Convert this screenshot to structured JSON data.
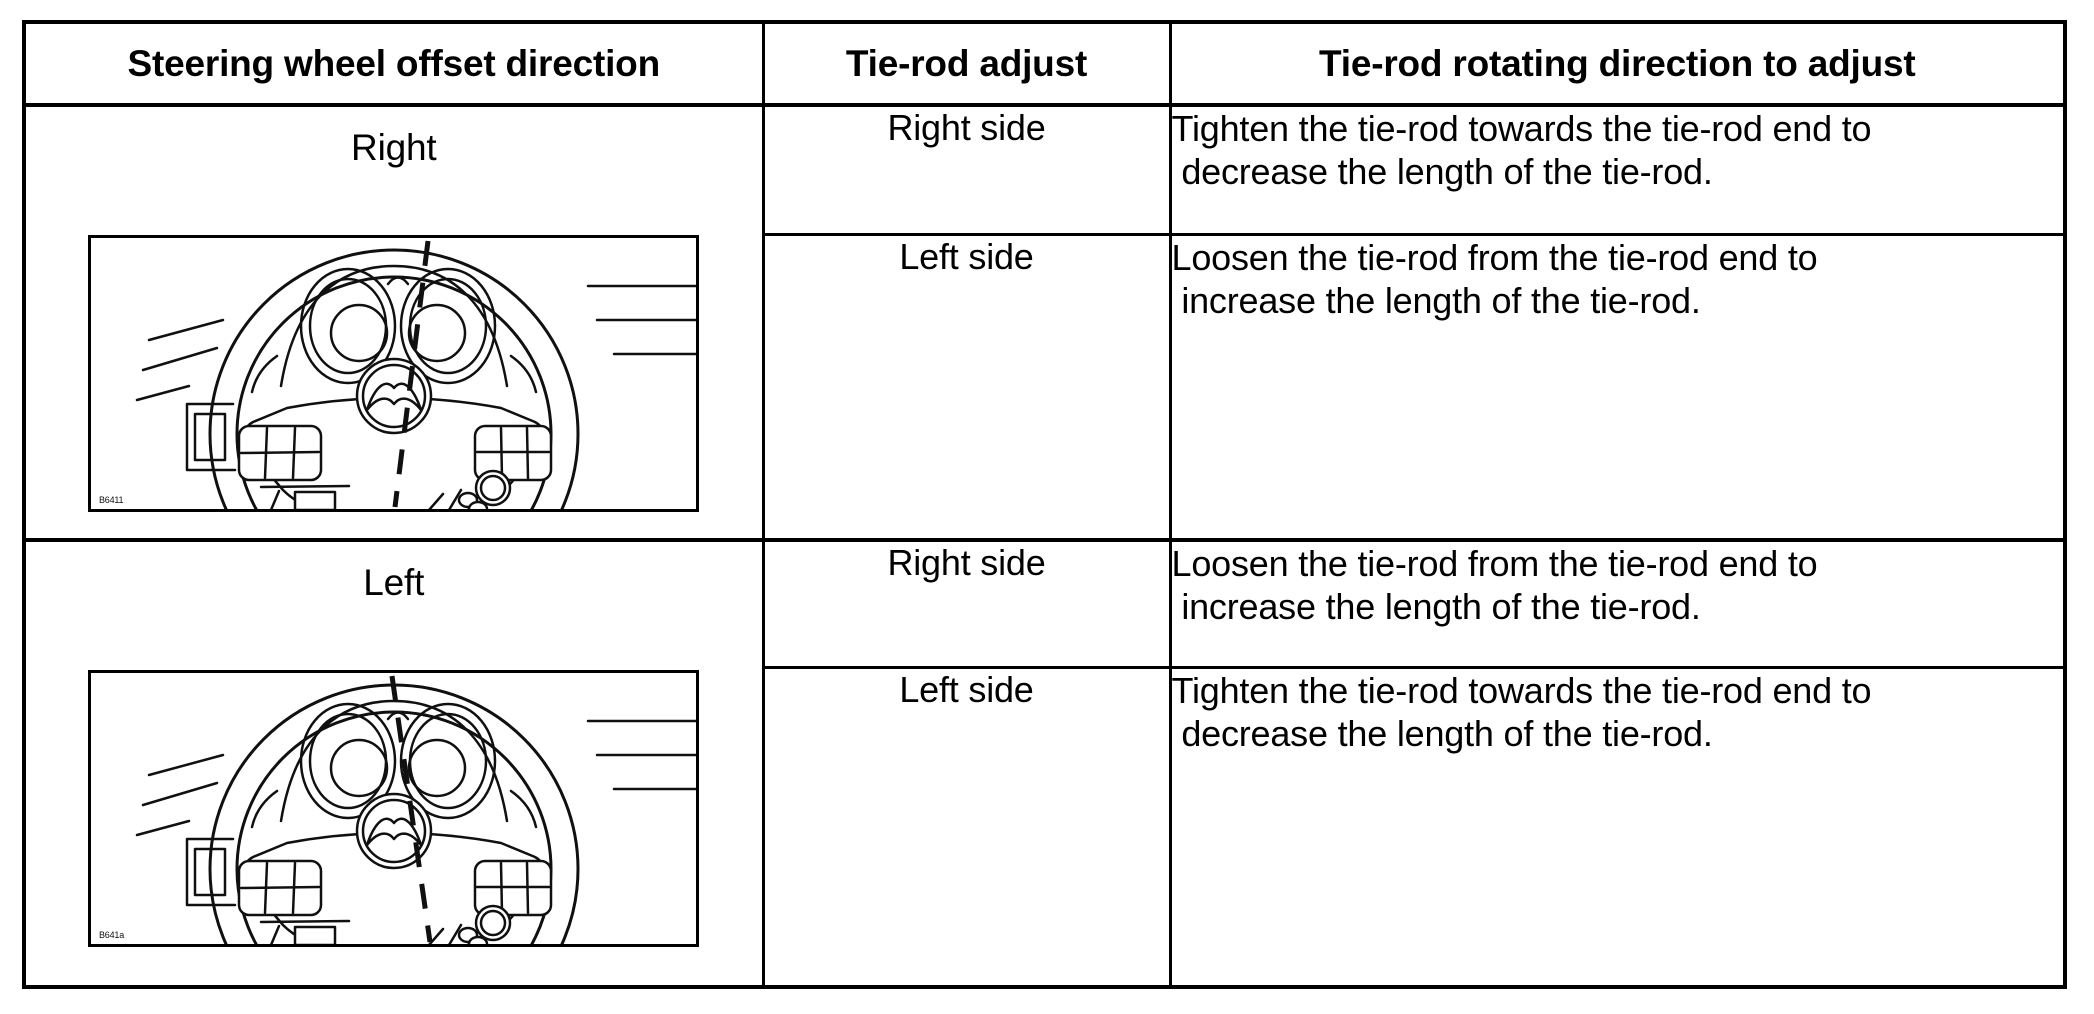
{
  "table": {
    "headers": [
      {
        "label": "Steering wheel offset direction"
      },
      {
        "label": "Tie-rod adjust"
      },
      {
        "label": "Tie-rod rotating direction to adjust"
      }
    ],
    "sections": [
      {
        "direction": "Right",
        "figure_code": "B6411",
        "rows": [
          {
            "side": "Right side",
            "instruction": "Tighten the tie-rod towards the tie-rod end to\n decrease the length of the tie-rod."
          },
          {
            "side": "Left side",
            "instruction": "Loosen the tie-rod from the tie-rod end to\n increase the length of the tie-rod."
          }
        ]
      },
      {
        "direction": "Left",
        "figure_code": "B641a",
        "rows": [
          {
            "side": "Right side",
            "instruction": "Loosen the tie-rod from the tie-rod end to\n increase the length of the tie-rod."
          },
          {
            "side": "Left side",
            "instruction": "Tighten the tie-rod towards the tie-rod end to\n decrease the length of the tie-rod."
          }
        ]
      }
    ]
  },
  "colors": {
    "line": "#000000",
    "background": "#ffffff"
  }
}
